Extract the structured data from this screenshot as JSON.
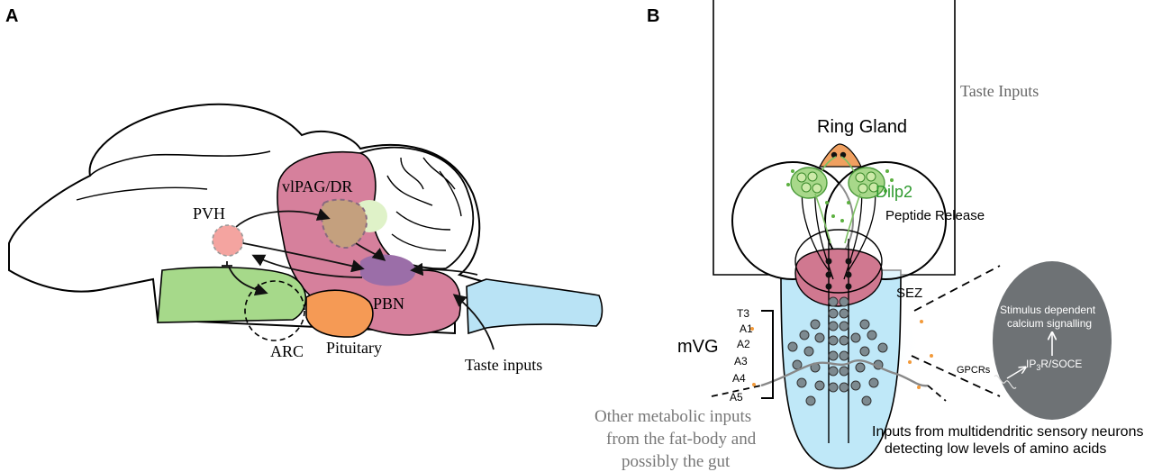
{
  "panel_a": {
    "panel_label": "A",
    "labels": {
      "vlpag_dr": "vlPAG/DR",
      "pvh": "PVH",
      "pbn": "PBN",
      "arc": "ARC",
      "pituitary": "Pituitary",
      "taste_inputs": "Taste inputs"
    },
    "colors": {
      "forebrain_green": "#a6d98a",
      "vlpag_pink": "#d6809c",
      "pbn_purple": "#9b6ea8",
      "pvh_salmon": "#f4a4a0",
      "pituitary_orange": "#f59a55",
      "spinal_blue": "#b9e3f5",
      "pag_tan": "#c4a07e"
    }
  },
  "panel_b": {
    "panel_label": "B",
    "labels": {
      "taste_inputs": "Taste Inputs",
      "ring_gland": "Ring Gland",
      "dilp2": "Dilp2",
      "peptide_release": "Peptide  Release",
      "sez": "SEZ",
      "mvg": "mVG",
      "segments": [
        "T3",
        "A1",
        "A2",
        "A3",
        "A4",
        "A5"
      ],
      "other_inputs": [
        "Other metabolic inputs",
        "from the fat-body and",
        "possibly the gut"
      ],
      "sensory_inputs": [
        "Inputs from multidendritic sensory neurons",
        "detecting low levels of amino acids"
      ],
      "cell_signal": [
        "Stimulus dependent",
        "calcium signalling"
      ],
      "ip3r_soce_main": "IP",
      "ip3r_soce_sub": "3",
      "ip3r_soce_rest": "R/SOCE",
      "gpcrs": "GPCRs"
    },
    "colors": {
      "vnc_blue": "#bfe8f8",
      "sez_pink": "#d07890",
      "ring_orange": "#f0a060",
      "dilp_green": "#2e9a2e",
      "cell_grey": "#6e7275",
      "neuron_grey": "#7d8a90"
    }
  }
}
